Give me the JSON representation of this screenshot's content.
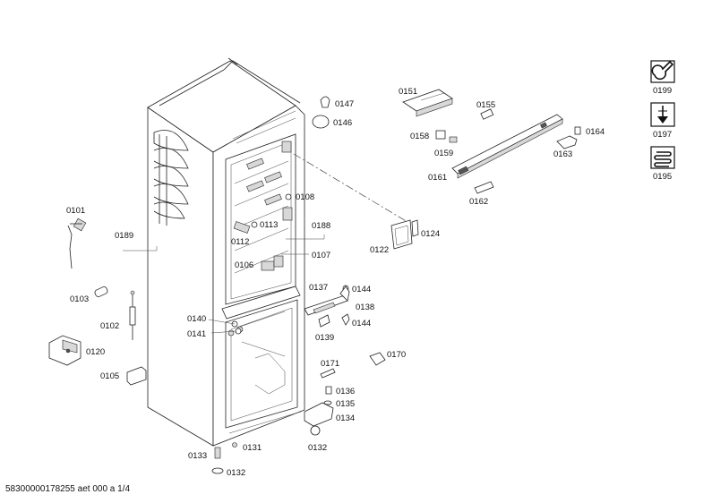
{
  "document": {
    "id": "58300000178255 aet 000 a 1/4"
  },
  "parts": [
    {
      "label": "0101"
    },
    {
      "label": "0102"
    },
    {
      "label": "0103"
    },
    {
      "label": "0105"
    },
    {
      "label": "0106"
    },
    {
      "label": "0107"
    },
    {
      "label": "0108"
    },
    {
      "label": "0112"
    },
    {
      "label": "0113"
    },
    {
      "label": "0120"
    },
    {
      "label": "0122"
    },
    {
      "label": "0124"
    },
    {
      "label": "0131"
    },
    {
      "label": "0132"
    },
    {
      "label": "0132"
    },
    {
      "label": "0133"
    },
    {
      "label": "0134"
    },
    {
      "label": "0135"
    },
    {
      "label": "0136"
    },
    {
      "label": "0137"
    },
    {
      "label": "0138"
    },
    {
      "label": "0139"
    },
    {
      "label": "0140"
    },
    {
      "label": "0141"
    },
    {
      "label": "0144"
    },
    {
      "label": "0144"
    },
    {
      "label": "0146"
    },
    {
      "label": "0147"
    },
    {
      "label": "0151"
    },
    {
      "label": "0155"
    },
    {
      "label": "0158"
    },
    {
      "label": "0159"
    },
    {
      "label": "0161"
    },
    {
      "label": "0162"
    },
    {
      "label": "0163"
    },
    {
      "label": "0164"
    },
    {
      "label": "0170"
    },
    {
      "label": "0171"
    },
    {
      "label": "0188"
    },
    {
      "label": "0189"
    }
  ],
  "legend": [
    {
      "label": "0199",
      "icon": "wrench-icon"
    },
    {
      "label": "0197",
      "icon": "screw-icon"
    },
    {
      "label": "0195",
      "icon": "coil-icon"
    }
  ]
}
